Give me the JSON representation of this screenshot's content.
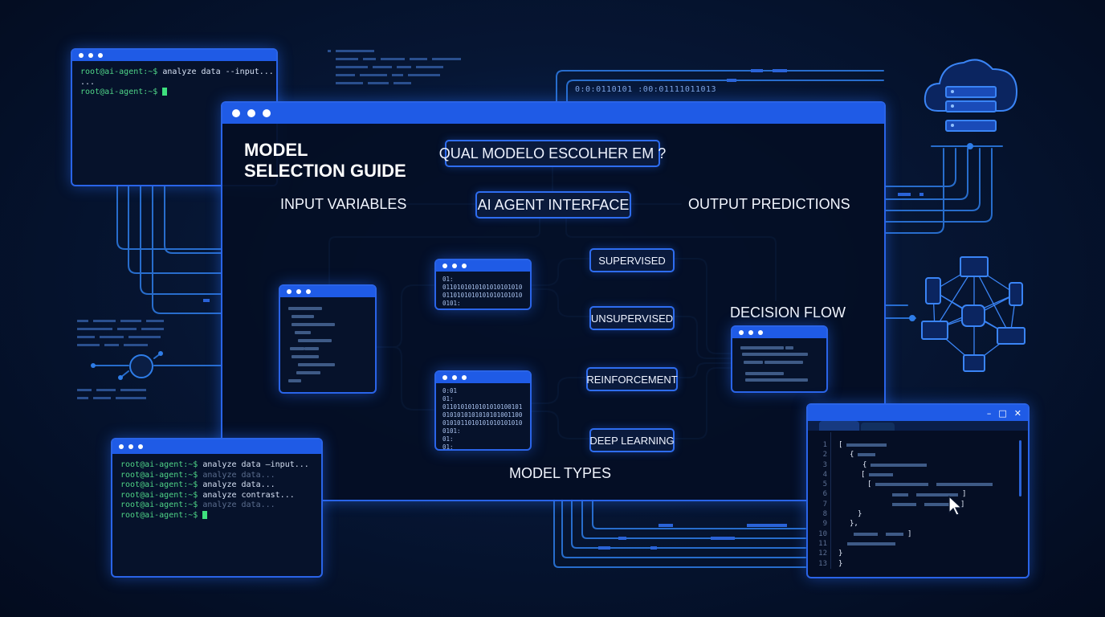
{
  "main_window": {
    "title_line1": "MODEL",
    "title_line2": "SELECTION GUIDE",
    "question": "QUAL MODELO ESCOLHER EM ?",
    "interface_label": "AI AGENT INTERFACE",
    "input_label": "INPUT VARIABLES",
    "output_label": "OUTPUT PREDICTIONS",
    "decision_flow_label": "DECISION FLOW",
    "model_types_label": "MODEL TYPES",
    "model_types": [
      "SUPERVISED",
      "UNSUPERVISED",
      "REINFORCEMENT",
      "DEEP LEARNING"
    ]
  },
  "terminal_top": {
    "line1_prompt": "root@ai-agent:~$",
    "line1_cmd": " analyze data --input...",
    "line2": "...",
    "line3_prompt": "root@ai-agent:~$"
  },
  "terminal_bottom": {
    "lines": [
      {
        "prompt": "root@ai-agent:~$",
        "cmd": " analyze data —input...",
        "dim": false
      },
      {
        "prompt": "root@ai-agent:~$",
        "cmd": " analyze data...",
        "dim": true
      },
      {
        "prompt": "root@ai-agent:~$",
        "cmd": " analyze data...",
        "dim": false
      },
      {
        "prompt": "root@ai-agent:~$",
        "cmd": " analyze contrast...",
        "dim": false
      },
      {
        "prompt": "root@ai-agent:~$",
        "cmd": " analyze data...",
        "dim": true
      },
      {
        "prompt": "root@ai-agent:~$",
        "cmd": "",
        "dim": false
      }
    ]
  },
  "binary_stream": "0:0:0110101 :00:01111011013",
  "binary_top": [
    "01:",
    "0110101010101010101010",
    "0110101010101010101010",
    "0101:"
  ],
  "binary_bottom": [
    "0:01",
    "01:",
    "0110101010101010100101",
    "0101010101010101001100",
    "0101011010101010101010",
    "0101:",
    "01:",
    "01:"
  ],
  "code_editor": {
    "line_numbers": [
      "1",
      "2",
      "3",
      "4",
      "5",
      "6",
      "7",
      "8",
      "9",
      "10",
      "11",
      "12",
      "13"
    ],
    "brackets": [
      "[",
      "{",
      "{",
      "[",
      "[",
      "]",
      "]",
      "}",
      "},",
      "]",
      "}",
      "}"
    ]
  }
}
